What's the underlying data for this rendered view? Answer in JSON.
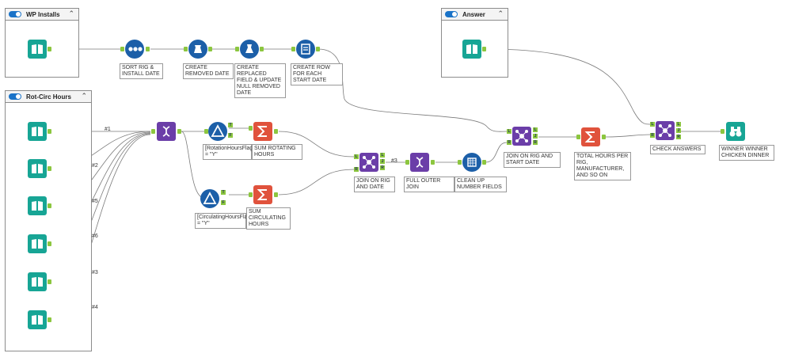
{
  "containers": {
    "wp_installs": {
      "title": "WP Installs"
    },
    "rot_circ": {
      "title": "Rot-Circ Hours"
    },
    "answer": {
      "title": "Answer"
    }
  },
  "tool_labels": {
    "sort": "SORT RIG & INSTALL DATE",
    "create_removed": "CREATE REMOVED DATE",
    "create_replaced": "CREATE REPLACED FIELD & UPDATE NULL REMOVED DATE",
    "create_row": "CREATE ROW FOR EACH START DATE",
    "filter_rot": "[RotationHoursFlag] = \"Y\"",
    "sum_rot": "SUM ROTATING HOURS",
    "filter_circ": "[CirculatingHoursFlag] = \"Y\"",
    "sum_circ": "SUM CIRCULATING HOURS",
    "join_rig_date": "JOIN ON RIG AND DATE",
    "full_outer": "FULL OUTER JOIN",
    "cleanup": "CLEAN UP NUMBER FIELDS",
    "join_start": "JOIN ON RIG AND START DATE",
    "total_hours": "TOTAL HOURS PER RIG, MANUFACTURER, AND SO ON",
    "check": "CHECK ANSWERS",
    "browse": "WINNER WINNER CHICKEN DINNER"
  },
  "wire_labels": {
    "w1": "#1",
    "w2": "#2",
    "w5": "#5",
    "w6": "#6",
    "w3": "#3",
    "w4": "#4",
    "w_join3": "#3"
  },
  "anchor_letters": {
    "t": "T",
    "f": "F",
    "l": "L",
    "j": "J",
    "r": "R"
  },
  "colors": {
    "input_tool": "#17a595",
    "prep_tool": "#1c5fa8",
    "join_tool": "#6b3ea8",
    "summarize_tool": "#e0523c",
    "anchor": "#8cc63f",
    "toggle": "#1a73c8"
  }
}
